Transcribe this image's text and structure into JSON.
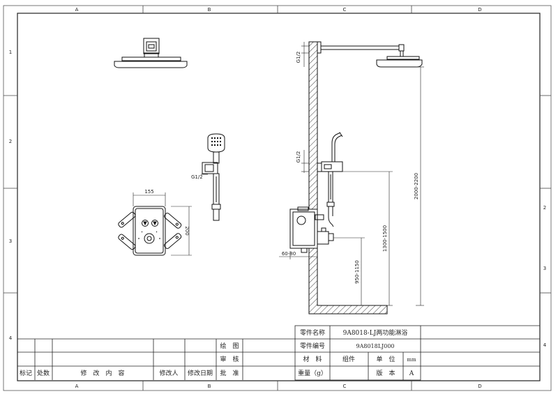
{
  "zones": {
    "columns": [
      "A",
      "B",
      "C",
      "D"
    ],
    "rows": [
      "1",
      "2",
      "3",
      "4"
    ],
    "right_rows": [
      "2",
      "3",
      "4"
    ]
  },
  "dimensions": {
    "panel_width": "155",
    "panel_height": "200",
    "thread_handshower": "G1/2",
    "thread_top": "G1/2",
    "thread_middle": "G1/2",
    "wall_depth": "60-80",
    "head_height": "2000-2200",
    "holder_height": "1300-1500",
    "valve_height": "950-1150"
  },
  "title_block": {
    "part_name_label": "零件名称",
    "part_name": "9A8018-LJ两功能淋浴",
    "part_no_label": "零件编号",
    "part_no": "9A8018LJ000",
    "material_label": "材　料",
    "material": "组件",
    "unit_label": "单　位",
    "unit": "mm",
    "weight_label": "重量（g）",
    "version_label": "版　本",
    "version": "A",
    "drawn_label": "绘　图",
    "check_label": "审　核",
    "approve_label": "批　准"
  },
  "revision_table": {
    "mark": "标记",
    "count": "处数",
    "content": "修　改　内　容",
    "modifier": "修改人",
    "date": "修改日期"
  }
}
